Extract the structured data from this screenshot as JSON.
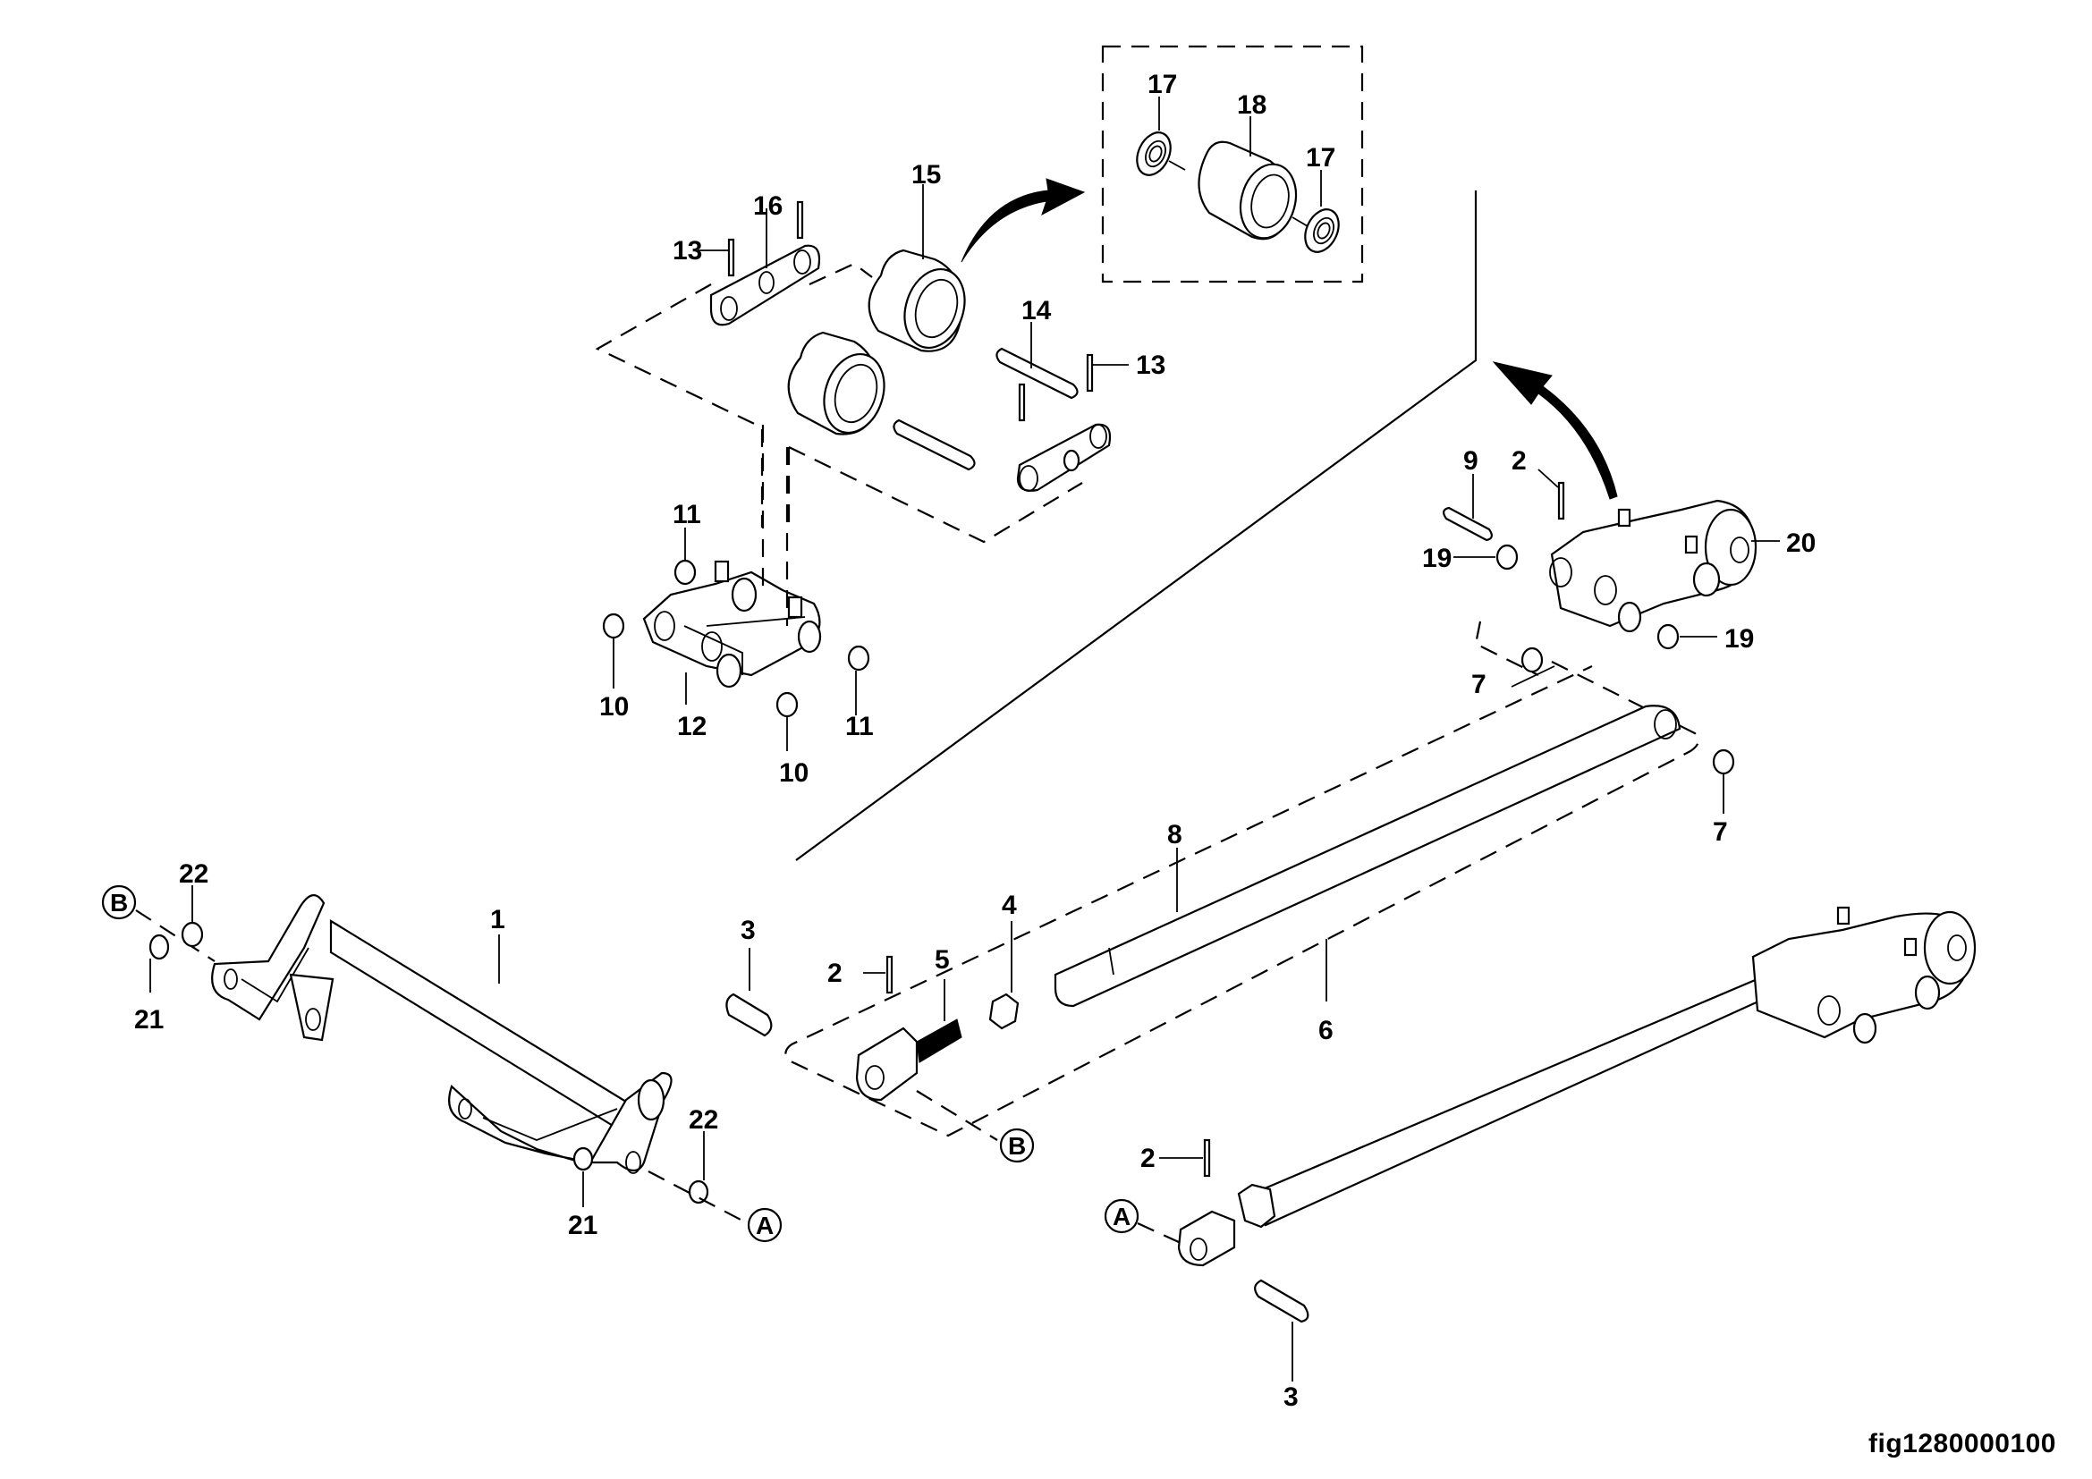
{
  "figure": {
    "caption": "fig1280000100",
    "type": "exploded parts diagram"
  },
  "callouts": {
    "c13a": "13",
    "c16": "16",
    "c15": "15",
    "c14": "14",
    "c13b": "13",
    "c17a": "17",
    "c18": "18",
    "c17b": "17",
    "c11a": "11",
    "c10a": "10",
    "c12": "12",
    "c10b": "10",
    "c11b": "11",
    "c9": "9",
    "c2a": "2",
    "c19a": "19",
    "c20": "20",
    "c19b": "19",
    "c7a": "7",
    "c7b": "7",
    "c22a": "22",
    "c21a": "21",
    "c1": "1",
    "c22b": "22",
    "c21b": "21",
    "c3a": "3",
    "c2b": "2",
    "c5": "5",
    "c4": "4",
    "c8": "8",
    "c6": "6",
    "c2c": "2",
    "c3b": "3"
  },
  "reference_markers": {
    "a1": "A",
    "a2": "A",
    "b1": "B",
    "b2": "B"
  }
}
